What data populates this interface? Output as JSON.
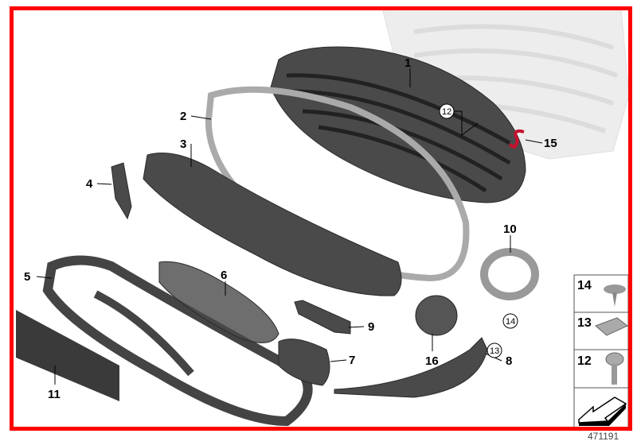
{
  "diagram": {
    "border_color": "#ff0000",
    "callouts": [
      {
        "id": "1",
        "text": "1"
      },
      {
        "id": "2",
        "text": "2"
      },
      {
        "id": "3",
        "text": "3"
      },
      {
        "id": "4",
        "text": "4"
      },
      {
        "id": "5",
        "text": "5"
      },
      {
        "id": "6",
        "text": "6"
      },
      {
        "id": "7",
        "text": "7"
      },
      {
        "id": "8",
        "text": "8"
      },
      {
        "id": "9",
        "text": "9"
      },
      {
        "id": "10",
        "text": "10"
      },
      {
        "id": "11",
        "text": "11"
      },
      {
        "id": "15",
        "text": "15"
      },
      {
        "id": "16",
        "text": "16"
      }
    ],
    "circled_callouts": [
      {
        "text": "12"
      },
      {
        "text": "13"
      },
      {
        "text": "14"
      }
    ],
    "fastener_panel": [
      {
        "label": "14",
        "icon": "clip-screw-icon"
      },
      {
        "label": "13",
        "icon": "clip-nut-icon"
      },
      {
        "label": "12",
        "icon": "torx-screw-icon"
      },
      {
        "label": "",
        "icon": "direction-arrow-icon"
      }
    ],
    "figure_number": "471191"
  }
}
